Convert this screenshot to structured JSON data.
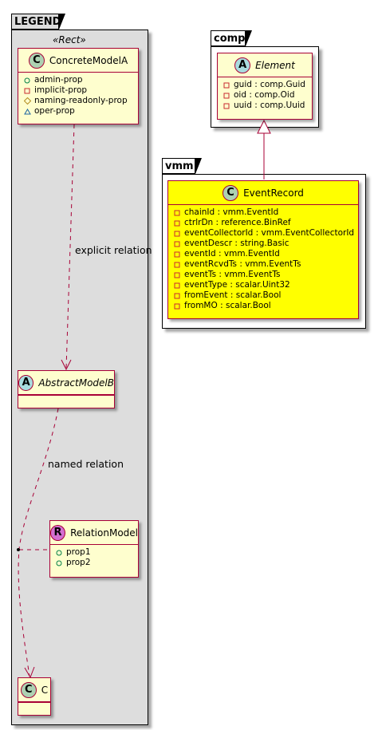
{
  "legend_package": {
    "title": "LEGEND",
    "stereotype": "«Rect»",
    "classes": {
      "concrete_a": {
        "badge": "C",
        "name": "ConcreteModelA",
        "attributes": [
          {
            "visibility": "public",
            "text": "admin-prop"
          },
          {
            "visibility": "private",
            "text": "implicit-prop"
          },
          {
            "visibility": "protected",
            "text": "naming-readonly-prop"
          },
          {
            "visibility": "package",
            "text": "oper-prop"
          }
        ]
      },
      "abstract_b": {
        "badge": "A",
        "name": "AbstractModelB"
      },
      "relation_model": {
        "badge": "R",
        "name": "RelationModel",
        "attributes": [
          {
            "visibility": "public",
            "text": "prop1"
          },
          {
            "visibility": "public",
            "text": "prop2"
          }
        ]
      },
      "c": {
        "badge": "C",
        "name": "C"
      }
    },
    "labels": {
      "explicit": "explicit relation",
      "named": "named relation"
    }
  },
  "comp_package": {
    "title": "comp",
    "element": {
      "badge": "A",
      "name": "Element",
      "attributes": [
        {
          "visibility": "private",
          "text": "guid : comp.Guid"
        },
        {
          "visibility": "private",
          "text": "oid : comp.Oid"
        },
        {
          "visibility": "private",
          "text": "uuid : comp.Uuid"
        }
      ]
    }
  },
  "vmm_package": {
    "title": "vmm",
    "event_record": {
      "badge": "C",
      "name": "EventRecord",
      "attributes": [
        {
          "visibility": "private",
          "text": "chainId : vmm.EventId"
        },
        {
          "visibility": "private",
          "text": "ctrlrDn : reference.BinRef"
        },
        {
          "visibility": "private",
          "text": "eventCollectorId : vmm.EventCollectorId"
        },
        {
          "visibility": "private",
          "text": "eventDescr : string.Basic"
        },
        {
          "visibility": "private",
          "text": "eventId : vmm.EventId"
        },
        {
          "visibility": "private",
          "text": "eventRcvdTs : vmm.EventTs"
        },
        {
          "visibility": "private",
          "text": "eventTs : vmm.EventTs"
        },
        {
          "visibility": "private",
          "text": "eventType : scalar.Uint32"
        },
        {
          "visibility": "private",
          "text": "fromEvent : scalar.Bool"
        },
        {
          "visibility": "private",
          "text": "fromMO : scalar.Bool"
        }
      ]
    }
  },
  "colors": {
    "class_fill": "#fefece",
    "class_border": "#a80036",
    "highlight_fill": "#ffff00",
    "legend_fill": "#dddddd",
    "badge_class": "#add1b2",
    "badge_abstract": "#a9dcdf",
    "badge_relation": "#d36fd1"
  }
}
